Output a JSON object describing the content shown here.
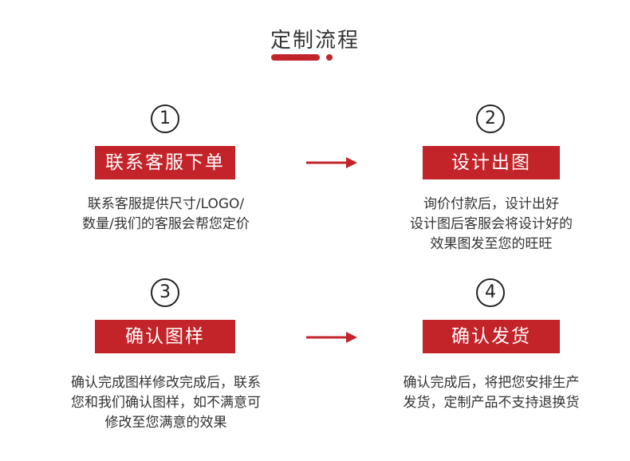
{
  "title": "定制流程",
  "accent_color": "#c3242a",
  "steps": [
    {
      "number": "1",
      "label": "联系客服下单",
      "description": "联系客服提供尺寸/LOGO/\n数量/我们的客服会帮您定价"
    },
    {
      "number": "2",
      "label": "设计出图",
      "description": "询价付款后，设计出好\n设计图后客服会将设计好的\n效果图发至您的旺旺"
    },
    {
      "number": "3",
      "label": "确认图样",
      "description": "确认完成图样修改完成后，联系\n您和我们确认图样，如不满意可\n修改至您满意的效果"
    },
    {
      "number": "4",
      "label": "确认发货",
      "description": "确认完成后，将把您安排生产\n发货，定制产品不支持退换货"
    }
  ],
  "icons": [
    "arrow-right-icon",
    "arrow-right-icon"
  ]
}
